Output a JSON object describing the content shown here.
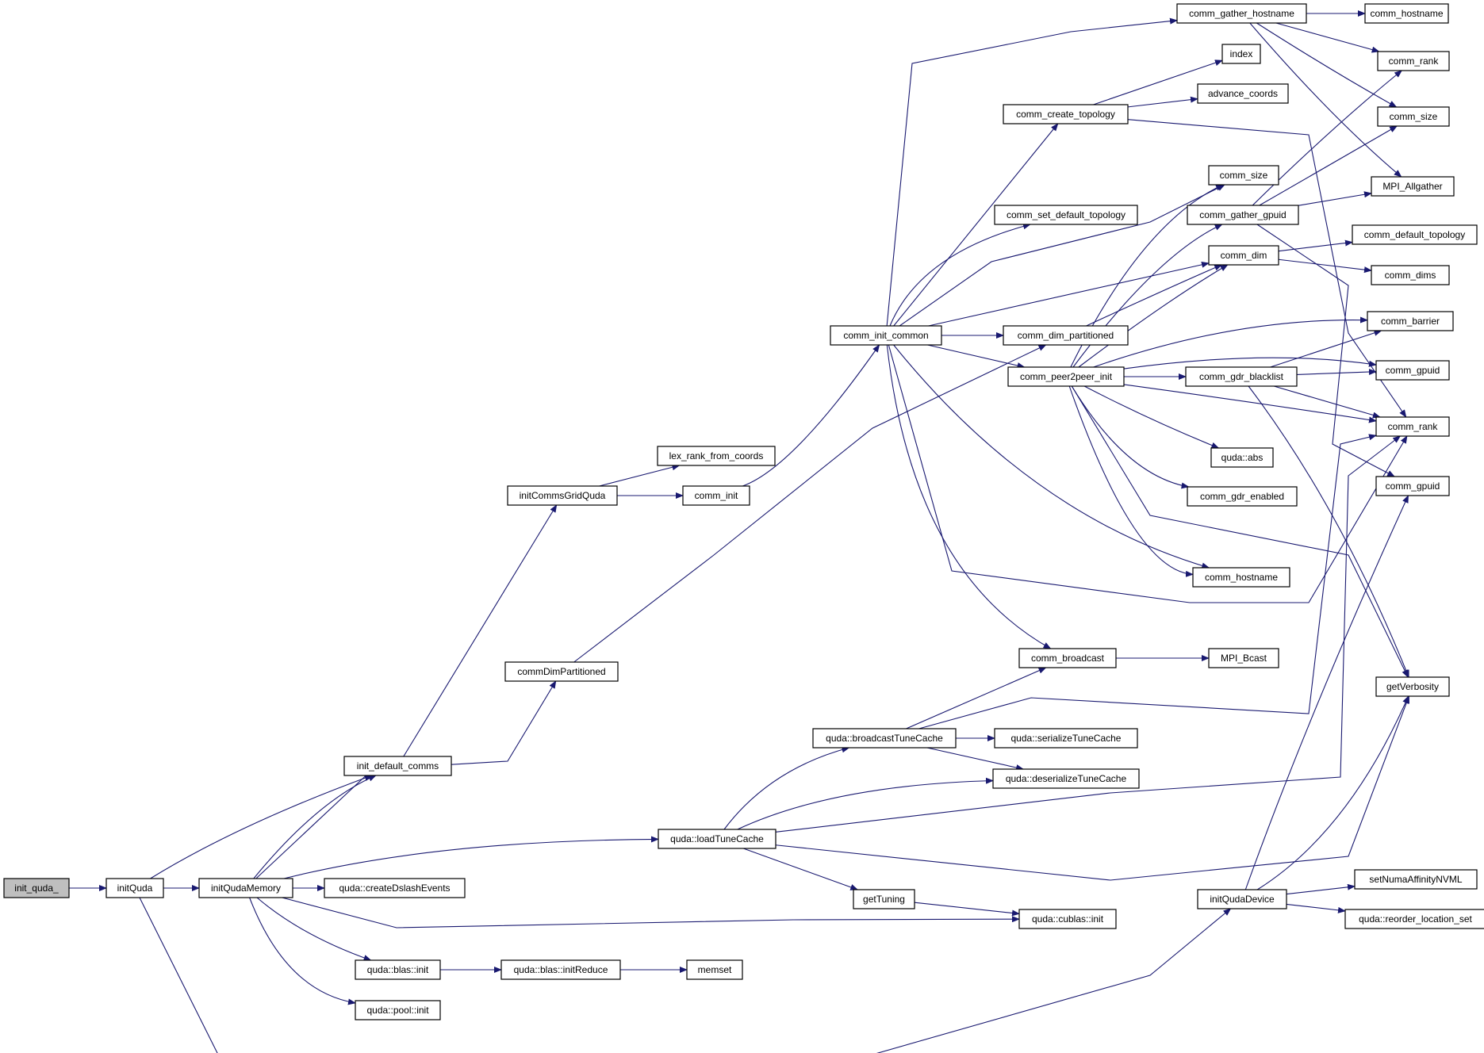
{
  "graph": {
    "edge_color": "#191970",
    "node_border": "#000000",
    "root_fill": "#bfbfbf",
    "highlight_border": "#ff0000",
    "nodes": [
      {
        "id": "init_quda_",
        "label": "init_quda_",
        "root": true
      },
      {
        "id": "initQuda",
        "label": "initQuda"
      },
      {
        "id": "initQudaMemory",
        "label": "initQudaMemory"
      },
      {
        "id": "init_default_comms",
        "label": "init_default_comms"
      },
      {
        "id": "initCommsGridQuda",
        "label": "initCommsGridQuda"
      },
      {
        "id": "lex_rank_from_coords",
        "label": "lex_rank_from_coords"
      },
      {
        "id": "comm_init",
        "label": "comm_init"
      },
      {
        "id": "commDimPartitioned",
        "label": "commDimPartitioned"
      },
      {
        "id": "comm_init_common",
        "label": "comm_init_common"
      },
      {
        "id": "comm_gather_hostname",
        "label": "comm_gather_hostname"
      },
      {
        "id": "comm_hostname_top",
        "label": "comm_hostname"
      },
      {
        "id": "comm_rank_top",
        "label": "comm_rank"
      },
      {
        "id": "comm_size_top",
        "label": "comm_size"
      },
      {
        "id": "MPI_Allgather",
        "label": "MPI_Allgather",
        "red": true
      },
      {
        "id": "index",
        "label": "index"
      },
      {
        "id": "advance_coords",
        "label": "advance_coords"
      },
      {
        "id": "comm_create_topology",
        "label": "comm_create_topology"
      },
      {
        "id": "comm_size_mid",
        "label": "comm_size"
      },
      {
        "id": "comm_set_default_topology",
        "label": "comm_set_default_topology"
      },
      {
        "id": "comm_gather_gpuid",
        "label": "comm_gather_gpuid"
      },
      {
        "id": "comm_default_topology",
        "label": "comm_default_topology"
      },
      {
        "id": "comm_dim",
        "label": "comm_dim"
      },
      {
        "id": "comm_dims",
        "label": "comm_dims"
      },
      {
        "id": "comm_dim_partitioned",
        "label": "comm_dim_partitioned"
      },
      {
        "id": "comm_barrier",
        "label": "comm_barrier",
        "red": true
      },
      {
        "id": "comm_peer2peer_init",
        "label": "comm_peer2peer_init",
        "red": true
      },
      {
        "id": "comm_gdr_blacklist",
        "label": "comm_gdr_blacklist"
      },
      {
        "id": "comm_gpuid_a",
        "label": "comm_gpuid"
      },
      {
        "id": "comm_rank_mid",
        "label": "comm_rank"
      },
      {
        "id": "quda_abs",
        "label": "quda::abs",
        "red": true
      },
      {
        "id": "comm_gpuid_b",
        "label": "comm_gpuid"
      },
      {
        "id": "comm_gdr_enabled",
        "label": "comm_gdr_enabled"
      },
      {
        "id": "comm_hostname_bot",
        "label": "comm_hostname"
      },
      {
        "id": "comm_broadcast",
        "label": "comm_broadcast"
      },
      {
        "id": "MPI_Bcast",
        "label": "MPI_Bcast",
        "red": true
      },
      {
        "id": "getVerbosity",
        "label": "getVerbosity"
      },
      {
        "id": "broadcastTuneCache",
        "label": "quda::broadcastTuneCache"
      },
      {
        "id": "serializeTuneCache",
        "label": "quda::serializeTuneCache"
      },
      {
        "id": "deserializeTuneCache",
        "label": "quda::deserializeTuneCache"
      },
      {
        "id": "loadTuneCache",
        "label": "quda::loadTuneCache"
      },
      {
        "id": "createDslashEvents",
        "label": "quda::createDslashEvents"
      },
      {
        "id": "getTuning",
        "label": "getTuning"
      },
      {
        "id": "cublas_init",
        "label": "quda::cublas::init"
      },
      {
        "id": "initQudaDevice",
        "label": "initQudaDevice"
      },
      {
        "id": "setNumaAffinityNVML",
        "label": "setNumaAffinityNVML"
      },
      {
        "id": "reorder_location_set",
        "label": "quda::reorder_location_set"
      },
      {
        "id": "blas_init",
        "label": "quda::blas::init"
      },
      {
        "id": "blas_initReduce",
        "label": "quda::blas::initReduce"
      },
      {
        "id": "memset",
        "label": "memset"
      },
      {
        "id": "pool_init",
        "label": "quda::pool::init"
      }
    ]
  }
}
